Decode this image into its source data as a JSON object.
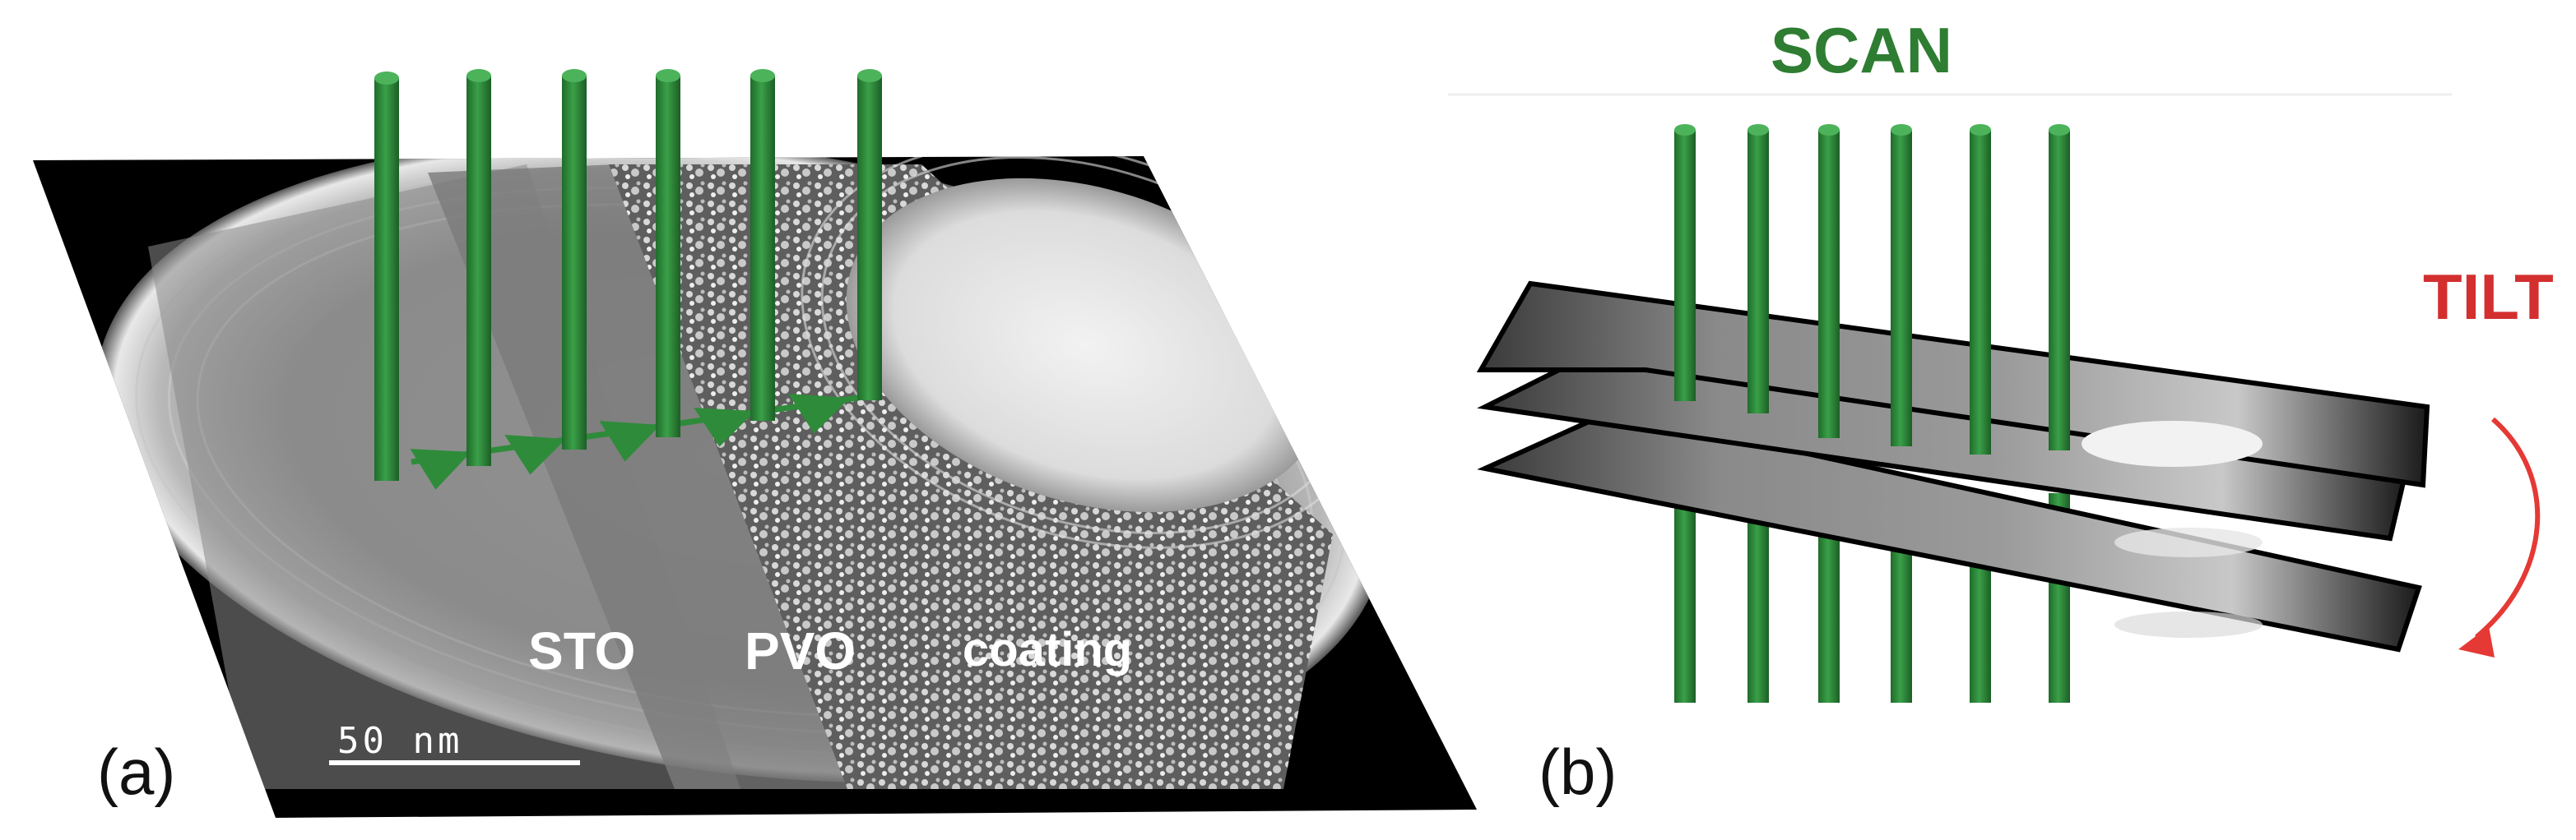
{
  "panel_a": {
    "label": "(a)",
    "regions": [
      "STO",
      "PVO",
      "coating"
    ],
    "scale_bar": "50 nm"
  },
  "panel_b": {
    "label": "(b)",
    "scan_label": "SCAN",
    "tilt_label": "TILT"
  },
  "colors": {
    "probe_green": "#2e8b3a",
    "scan_text": "#2e7d32",
    "tilt_text": "#d32f2f",
    "tilt_arrow": "#e53935",
    "micrograph_dark": "#000000"
  },
  "icons": [
    "probe-column",
    "scan-arrow",
    "tilt-arrow"
  ]
}
